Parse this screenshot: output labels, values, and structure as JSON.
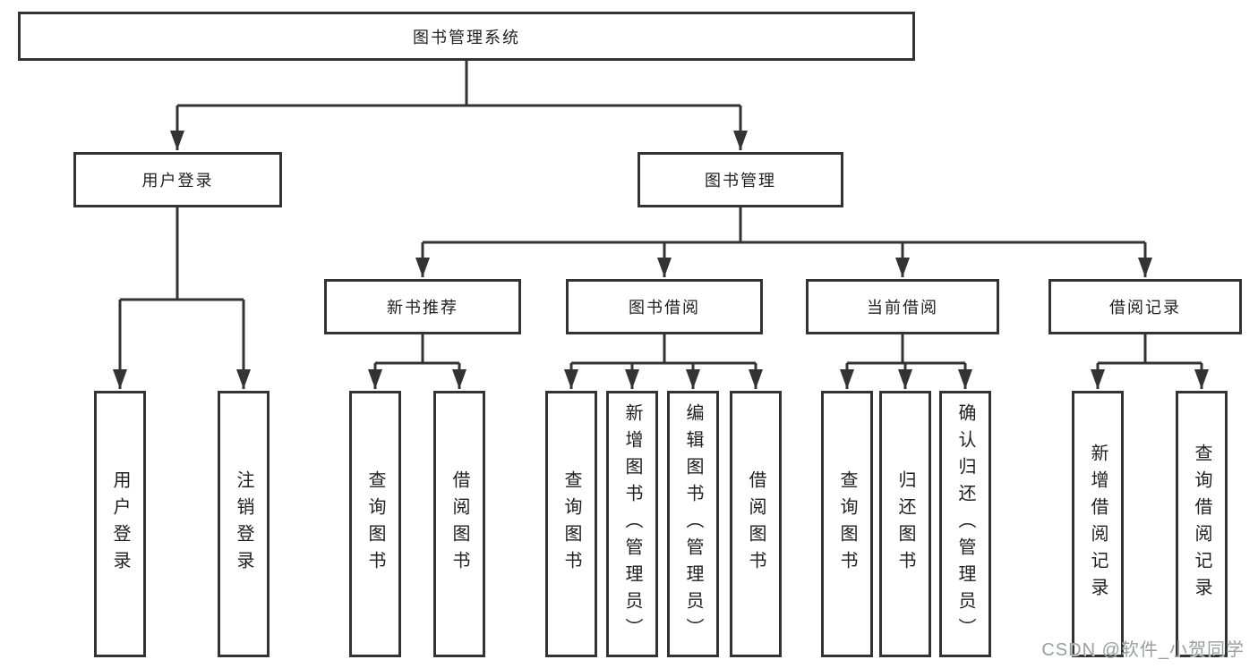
{
  "nodes": {
    "root": "图书管理系统",
    "l2": [
      {
        "label": "用户登录"
      },
      {
        "label": "图书管理"
      }
    ],
    "l3": [
      {
        "label": "新书推荐",
        "parent": "图书管理"
      },
      {
        "label": "图书借阅",
        "parent": "图书管理"
      },
      {
        "label": "当前借阅",
        "parent": "图书管理"
      },
      {
        "label": "借阅记录",
        "parent": "图书管理"
      }
    ],
    "leaves": [
      {
        "label": "用户登录",
        "parent": "用户登录"
      },
      {
        "label": "注销登录",
        "parent": "用户登录"
      },
      {
        "label": "查询图书",
        "parent": "新书推荐"
      },
      {
        "label": "借阅图书",
        "parent": "新书推荐"
      },
      {
        "label": "查询图书",
        "parent": "图书借阅"
      },
      {
        "label": "新增图书（管理员）",
        "parent": "图书借阅"
      },
      {
        "label": "编辑图书（管理员）",
        "parent": "图书借阅"
      },
      {
        "label": "借阅图书",
        "parent": "图书借阅"
      },
      {
        "label": "查询图书",
        "parent": "当前借阅"
      },
      {
        "label": "归还图书",
        "parent": "当前借阅"
      },
      {
        "label": "确认归还（管理员）",
        "parent": "当前借阅"
      },
      {
        "label": "新增借阅记录",
        "parent": "借阅记录"
      },
      {
        "label": "查询借阅记录",
        "parent": "借阅记录"
      }
    ]
  },
  "watermark": "CSDN @软件_小贺同学",
  "colors": {
    "line": "#333333",
    "text": "#1f1f1f",
    "watermark": "#9a9da1",
    "background": "#ffffff"
  }
}
